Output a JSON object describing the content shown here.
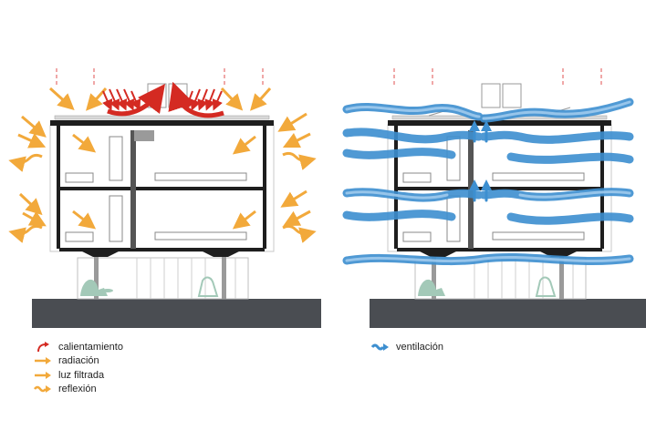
{
  "legend_left": {
    "items": [
      {
        "label": "calientamiento",
        "icon": "curved-arrow-icon",
        "color": "#d42a22"
      },
      {
        "label": "radiación",
        "icon": "straight-arrow-icon",
        "color": "#f2a93b"
      },
      {
        "label": "luz filtrada",
        "icon": "straight-arrow-icon",
        "color": "#f2a93b"
      },
      {
        "label": "reflexión",
        "icon": "wavy-arrow-icon",
        "color": "#f2a93b"
      }
    ]
  },
  "legend_right": {
    "items": [
      {
        "label": "ventilación",
        "icon": "wavy-arrow-icon",
        "color": "#3d8fd0"
      }
    ]
  },
  "colors": {
    "ground": "#4a4d52",
    "structure": "#1e1e1e",
    "heat": "#d42a22",
    "light": "#f2a93b",
    "air": "#3d8fd0",
    "air_light": "#9fcaed",
    "equipment": "#a3c9b8"
  }
}
